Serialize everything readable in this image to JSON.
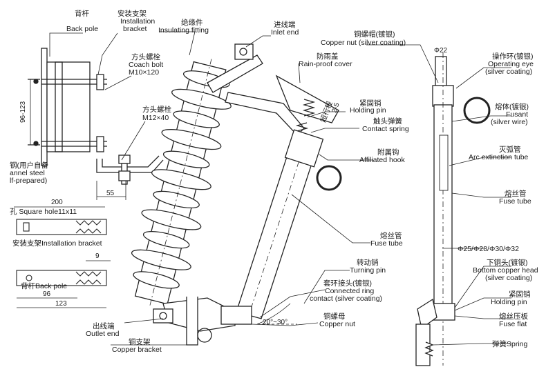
{
  "labels": {
    "back_pole_zh": "背杆",
    "back_pole_en": "Back pole",
    "inst_bracket_zh": "安装支架",
    "inst_bracket_en1": "Installation",
    "inst_bracket_en2": "bracket",
    "insulating_zh": "绝缘件",
    "insulating_en": "Insulating fitting",
    "inlet_zh": "进线端",
    "inlet_en": "Inlet end",
    "copper_nut_top_zh": "铜螺帽(镀银)",
    "copper_nut_top_en": "Copper nut (silver coating)",
    "operating_eye_zh": "操作环(镀银)",
    "operating_eye_en1": "Operating eye",
    "operating_eye_en2": "(silver coating)",
    "coach_bolt_zh": "方头螺栓",
    "coach_bolt_en": "Coach bolt",
    "coach_bolt_size": "M10×120",
    "rain_cover_zh": "防雨盖",
    "rain_cover_en": "Rain-proof cover",
    "stroke_zh": "超行程",
    "stroke_val": "2-5",
    "holding_pin_zh": "紧固销",
    "holding_pin_en": "Holding pin",
    "fusant_zh": "熔体(镀银)",
    "fusant_en1": "Fusant",
    "fusant_en2": "(silver wire)",
    "coach_bolt2_zh": "方头螺栓",
    "coach_bolt2_size": "M12×40",
    "contact_spring_zh": "触头弹簧",
    "contact_spring_en": "Contact spring",
    "dim_96_123": "96-123",
    "arc_tube_zh": "灭弧管",
    "arc_tube_en": "Arc extinction tube",
    "affil_hook_zh": "附属钩",
    "affil_hook_en": "Affiliated hook",
    "channel_zh": "钢(用户自备",
    "channel_en1": "annel steel",
    "channel_en2": "lf-prepared)",
    "dim_55": "55",
    "fuse_tube2_zh": "熔丝管",
    "fuse_tube2_en": "Fuse tube",
    "dim_200": "200",
    "square_hole": "孔 Square hole11x11",
    "fuse_tube_zh": "熔丝管",
    "fuse_tube_en": "Fuse tube",
    "inst_bracket2": "安装支架Installation bracket",
    "phi_sizes": "Φ25/Φ28/Φ30/Φ32",
    "dim_9": "9",
    "turning_pin_zh": "转动销",
    "turning_pin_en": "Turning pin",
    "bottom_nut_zh": "下铜头(镀银)",
    "bottom_nut_en1": "Bottom copper head",
    "bottom_nut_en2": "(silver coating)",
    "back_pole2": "背杆Back pole",
    "conn_ring_zh": "套环接头(镀银)",
    "conn_ring_en1": "Connected ring",
    "conn_ring_en2": "contact (silver coating)",
    "dim_96": "96",
    "dim_123": "123",
    "holding_pin2_zh": "紧固销",
    "holding_pin2_en": "Holding pin",
    "angle": "20°~30°",
    "copper_nut_zh": "铜螺母",
    "copper_nut_en": "Copper nut",
    "fuse_flat_zh": "熔丝压板",
    "fuse_flat_en": "Fuse flat",
    "outlet_zh": "出线端",
    "outlet_en": "Outlet end",
    "copper_bracket_zh": "铜支架",
    "copper_bracket_en": "Copper bracket",
    "spring_en": "弹簧Spring",
    "phi22": "Φ22"
  }
}
